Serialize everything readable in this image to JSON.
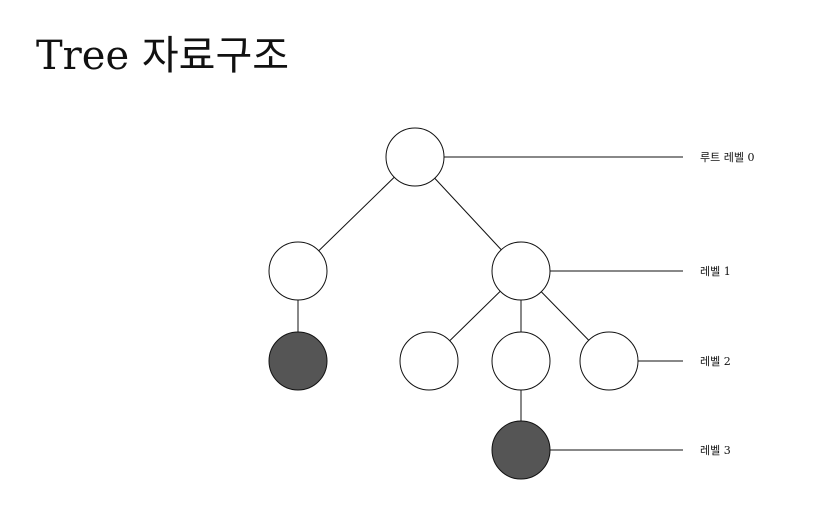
{
  "title": "Tree 자료구조",
  "colors": {
    "node_fill": "#ffffff",
    "leaf_fill": "#555555",
    "stroke": "#111111"
  },
  "tree": {
    "nodes": [
      {
        "id": "root",
        "level": 0,
        "shaded": false
      },
      {
        "id": "left-child",
        "level": 1,
        "shaded": false
      },
      {
        "id": "right-child",
        "level": 1,
        "shaded": false
      },
      {
        "id": "left-leaf",
        "level": 2,
        "shaded": true
      },
      {
        "id": "right-child-a",
        "level": 2,
        "shaded": false
      },
      {
        "id": "right-child-b",
        "level": 2,
        "shaded": false
      },
      {
        "id": "right-child-c",
        "level": 2,
        "shaded": false
      },
      {
        "id": "deep-leaf",
        "level": 3,
        "shaded": true
      }
    ],
    "edges": [
      [
        "root",
        "left-child"
      ],
      [
        "root",
        "right-child"
      ],
      [
        "left-child",
        "left-leaf"
      ],
      [
        "right-child",
        "right-child-a"
      ],
      [
        "right-child",
        "right-child-b"
      ],
      [
        "right-child",
        "right-child-c"
      ],
      [
        "right-child-b",
        "deep-leaf"
      ]
    ]
  },
  "levels": [
    {
      "label": "루트 레벨 0",
      "node": "root"
    },
    {
      "label": "레벨 1",
      "node": "right-child"
    },
    {
      "label": "레벨 2",
      "node": "right-child-c"
    },
    {
      "label": "레벨 3",
      "node": "deep-leaf"
    }
  ]
}
